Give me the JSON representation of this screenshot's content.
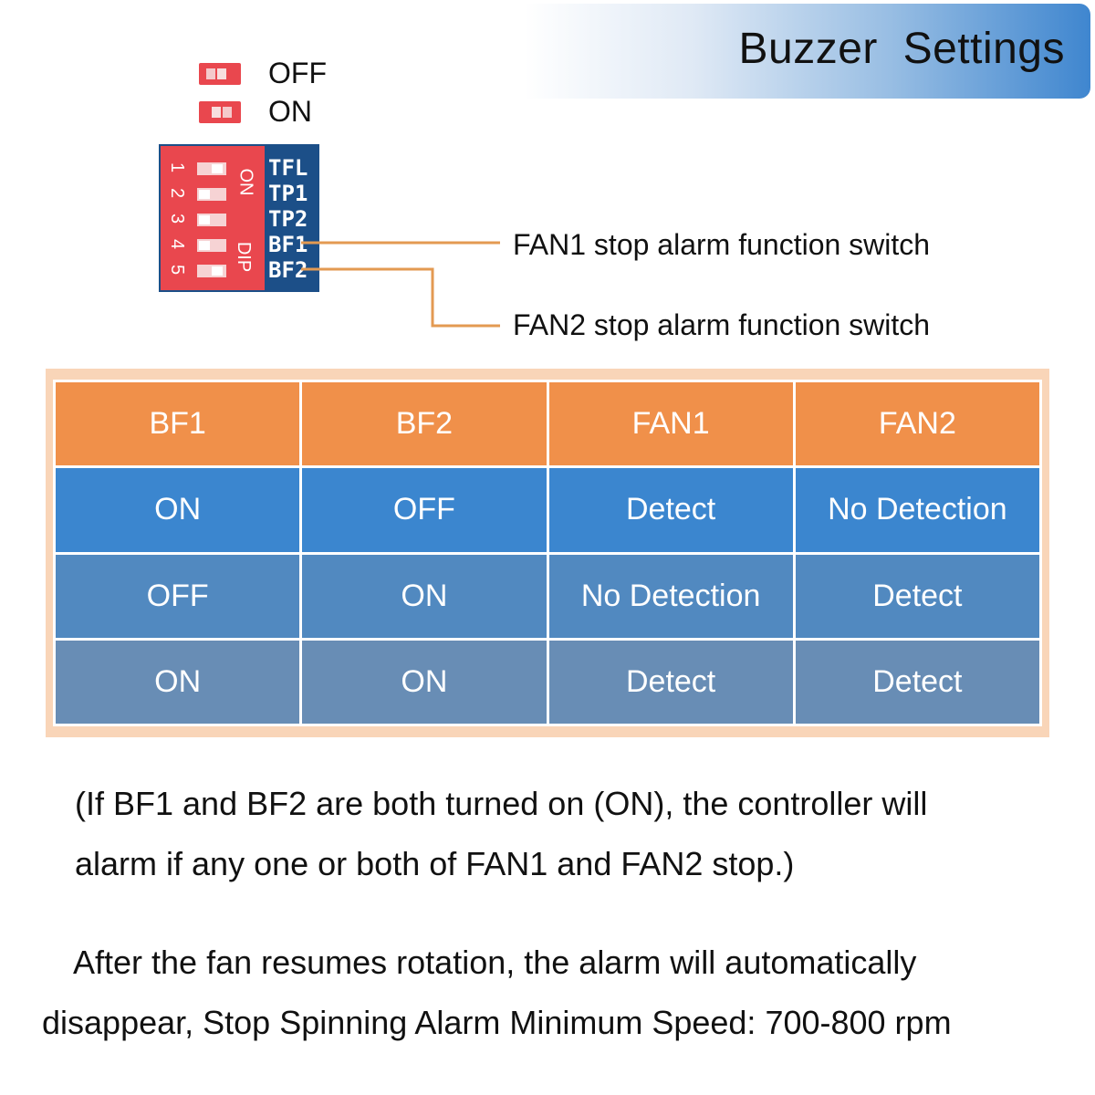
{
  "header": {
    "title": "Buzzer  Settings"
  },
  "legend": {
    "off_label": "OFF",
    "on_label": "ON"
  },
  "dip_switch": {
    "numbers": [
      "1",
      "2",
      "3",
      "4",
      "5"
    ],
    "on_text": "ON",
    "dip_text": "DIP",
    "labels": [
      "TFL",
      "TP1",
      "TP2",
      "BF1",
      "BF2"
    ]
  },
  "callouts": {
    "fan1": "FAN1 stop alarm function switch",
    "fan2": "FAN2 stop alarm function switch"
  },
  "table": {
    "headers": [
      "BF1",
      "BF2",
      "FAN1",
      "FAN2"
    ],
    "rows": [
      [
        "ON",
        "OFF",
        "Detect",
        "No Detection"
      ],
      [
        "OFF",
        "ON",
        "No Detection",
        "Detect"
      ],
      [
        "ON",
        "ON",
        "Detect",
        "Detect"
      ]
    ]
  },
  "notes": {
    "note_line1": "(If BF1 and BF2 are both turned on (ON), the controller will",
    "note_line2": "alarm if any one or both of FAN1 and FAN2 stop.)",
    "info_line1": "After the fan resumes rotation, the alarm will automatically",
    "info_line2": "disappear, Stop Spinning Alarm Minimum Speed: 700-800 rpm"
  },
  "colors": {
    "header_orange": "#f0904a",
    "row_blue_1": "#3b86cf",
    "row_blue_2": "#5189c0",
    "row_blue_3": "#688db5",
    "frame_peach": "#f9d5b8",
    "switch_red": "#e9474e",
    "pcb_blue": "#1c4f88",
    "callout_line": "#e39a52"
  }
}
